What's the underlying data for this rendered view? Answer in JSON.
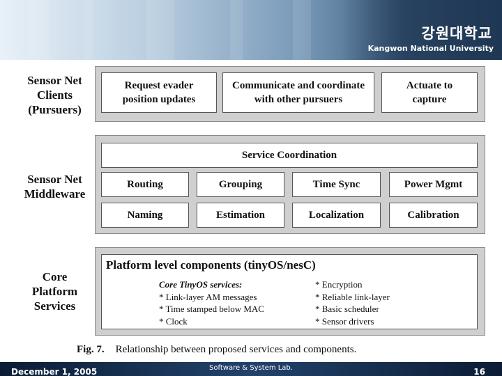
{
  "header": {
    "university_korean": "강원대학교",
    "university_english": "Kangwon National University"
  },
  "layers": {
    "clients": {
      "label_lines": [
        "Sensor Net",
        "Clients",
        "(Pursuers)"
      ],
      "boxes": [
        {
          "lines": [
            "Request evader",
            "position updates"
          ]
        },
        {
          "lines": [
            "Communicate and coordinate",
            "with other pursuers"
          ]
        },
        {
          "lines": [
            "Actuate to",
            "capture"
          ]
        }
      ]
    },
    "middleware": {
      "label_lines": [
        "Sensor Net",
        "Middleware"
      ],
      "coordination": "Service Coordination",
      "row1": [
        "Routing",
        "Grouping",
        "Time Sync",
        "Power Mgmt"
      ],
      "row2": [
        "Naming",
        "Estimation",
        "Localization",
        "Calibration"
      ]
    },
    "platform": {
      "label_lines": [
        "Core",
        "Platform",
        "Services"
      ],
      "title": "Platform level components (tinyOS/nesC)",
      "services_heading": "Core TinyOS services:",
      "left_items": [
        "* Link-layer AM messages",
        "* Time stamped below MAC",
        "* Clock"
      ],
      "right_items": [
        "* Encryption",
        "* Reliable link-layer",
        "* Basic scheduler",
        "* Sensor drivers"
      ]
    }
  },
  "caption": {
    "fig_label": "Fig. 7.",
    "text": "Relationship between proposed services and components."
  },
  "footer": {
    "date": "December 1, 2005",
    "lab": "Software & System Lab.",
    "page": "16"
  }
}
